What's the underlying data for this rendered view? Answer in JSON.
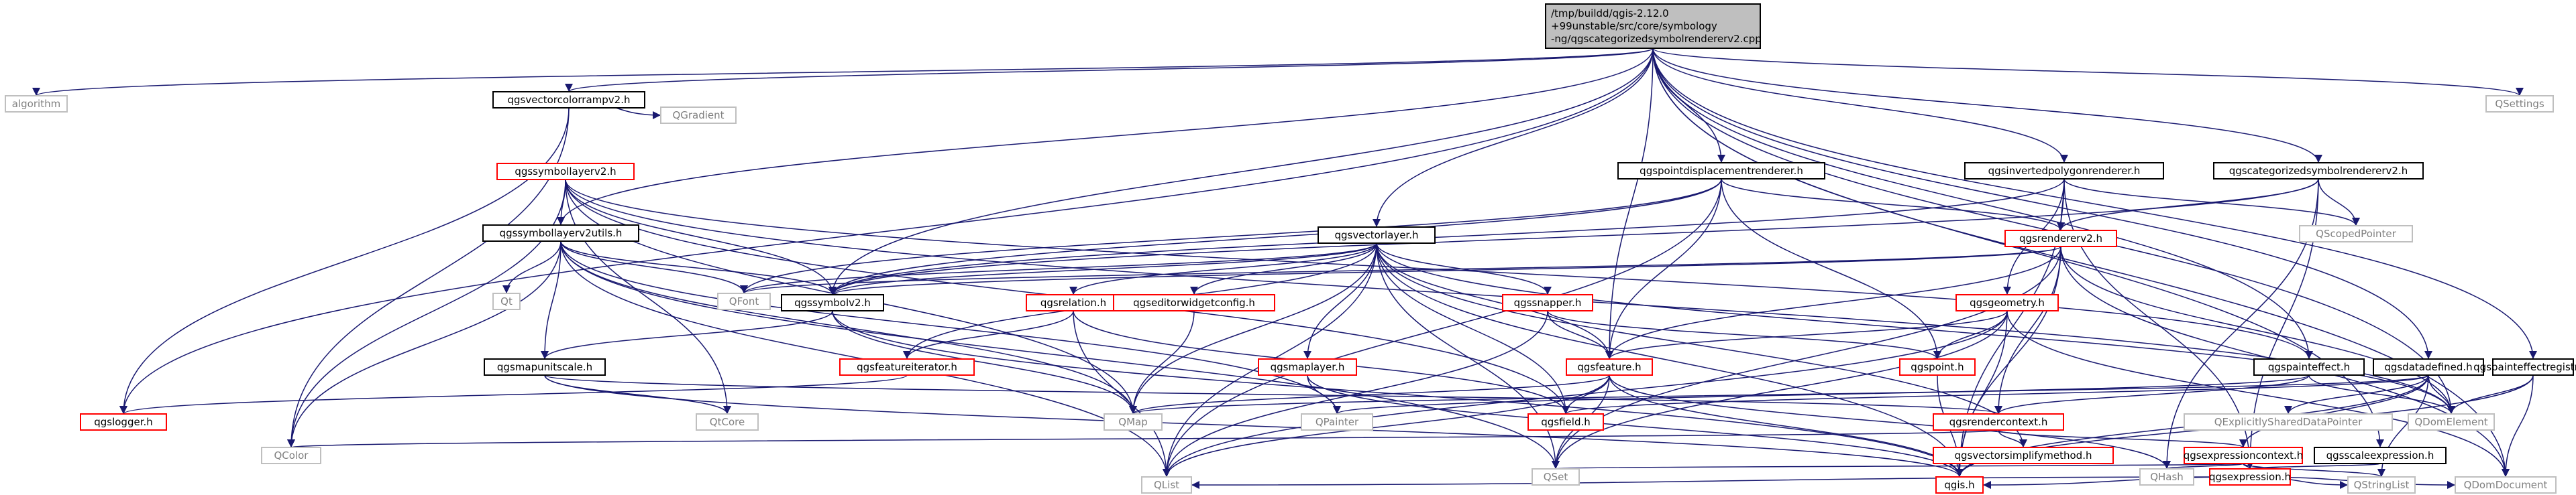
{
  "colors": {
    "edge": "#191970",
    "root_fill": "#bfbfbf",
    "root_border": "#000000",
    "file_border": "#000000",
    "missing_border": "#bfbfbf",
    "external_text": "#808080",
    "red_border": "#ff0000",
    "fill": "#ffffff"
  },
  "root": {
    "lines": [
      "/tmp/buildd/qgis-2.12.0",
      "+99unstable/src/core/symbology",
      "-ng/qgscategorizedsymbolrendererv2.cpp"
    ]
  },
  "nodes": [
    {
      "id": "algorithm",
      "label": "algorithm",
      "kind": "external"
    },
    {
      "id": "qgsvectorcolorrampv2",
      "label": "qgsvectorcolorrampv2.h",
      "kind": "file"
    },
    {
      "id": "qgradient",
      "label": "QGradient",
      "kind": "external"
    },
    {
      "id": "qgssymbollayerv2",
      "label": "qgssymbollayerv2.h",
      "kind": "red"
    },
    {
      "id": "qgspointdisplacementrenderer",
      "label": "qgspointdisplacementrenderer.h",
      "kind": "file"
    },
    {
      "id": "qgsinvertedpolygonrenderer",
      "label": "qgsinvertedpolygonrenderer.h",
      "kind": "file"
    },
    {
      "id": "qgscategorizedsymbolrendererv2",
      "label": "qgscategorizedsymbolrendererv2.h",
      "kind": "file"
    },
    {
      "id": "qsettings",
      "label": "QSettings",
      "kind": "external"
    },
    {
      "id": "qgssymbollayerv2utils",
      "label": "qgssymbollayerv2utils.h",
      "kind": "file"
    },
    {
      "id": "qgsvectorlayer",
      "label": "qgsvectorlayer.h",
      "kind": "file"
    },
    {
      "id": "qgsrendererv2",
      "label": "qgsrendererv2.h",
      "kind": "red"
    },
    {
      "id": "qscopedpointer",
      "label": "QScopedPointer",
      "kind": "external"
    },
    {
      "id": "qt",
      "label": "Qt",
      "kind": "external"
    },
    {
      "id": "qfont",
      "label": "QFont",
      "kind": "external"
    },
    {
      "id": "qgssymbolv2",
      "label": "qgssymbolv2.h",
      "kind": "file"
    },
    {
      "id": "qgsrelation",
      "label": "qgsrelation.h",
      "kind": "red"
    },
    {
      "id": "qgseditorwidgetconfig",
      "label": "qgseditorwidgetconfig.h",
      "kind": "red"
    },
    {
      "id": "qgssnapper",
      "label": "qgssnapper.h",
      "kind": "red"
    },
    {
      "id": "qgsgeometry",
      "label": "qgsgeometry.h",
      "kind": "red"
    },
    {
      "id": "qgspainteffect",
      "label": "qgspainteffect.h",
      "kind": "file"
    },
    {
      "id": "qgsdatadefined",
      "label": "qgsdatadefined.h",
      "kind": "file"
    },
    {
      "id": "qgspainteffectregistry",
      "label": "qgspainteffectregistry.h",
      "kind": "file"
    },
    {
      "id": "qgsmapunitscale",
      "label": "qgsmapunitscale.h",
      "kind": "file"
    },
    {
      "id": "qgsfeatureiterator",
      "label": "qgsfeatureiterator.h",
      "kind": "red"
    },
    {
      "id": "qgsmaplayer",
      "label": "qgsmaplayer.h",
      "kind": "red"
    },
    {
      "id": "qgsfeature",
      "label": "qgsfeature.h",
      "kind": "red"
    },
    {
      "id": "qgspoint",
      "label": "qgspoint.h",
      "kind": "red"
    },
    {
      "id": "qgslogger",
      "label": "qgslogger.h",
      "kind": "red"
    },
    {
      "id": "qcore",
      "label": "QtCore",
      "kind": "external"
    },
    {
      "id": "qmap",
      "label": "QMap",
      "kind": "external"
    },
    {
      "id": "qpainter",
      "label": "QPainter",
      "kind": "external"
    },
    {
      "id": "qgsfield",
      "label": "qgsfield.h",
      "kind": "red"
    },
    {
      "id": "qgsrendercontext",
      "label": "qgsrendercontext.h",
      "kind": "red"
    },
    {
      "id": "qexplicitlyshareddatapointer",
      "label": "QExplicitlySharedDataPointer",
      "kind": "external"
    },
    {
      "id": "qdomelement",
      "label": "QDomElement",
      "kind": "external"
    },
    {
      "id": "qcolor",
      "label": "QColor",
      "kind": "external"
    },
    {
      "id": "qgsvectorsimplifymethod",
      "label": "qgsvectorsimplifymethod.h",
      "kind": "red"
    },
    {
      "id": "qgsexpressioncontext",
      "label": "qgsexpressioncontext.h",
      "kind": "red"
    },
    {
      "id": "qgsscaleexpression",
      "label": "qgsscaleexpression.h",
      "kind": "file"
    },
    {
      "id": "qset",
      "label": "QSet",
      "kind": "external"
    },
    {
      "id": "qhash",
      "label": "QHash",
      "kind": "external"
    },
    {
      "id": "qgsexpression",
      "label": "qgsexpression.h",
      "kind": "red"
    },
    {
      "id": "qlist",
      "label": "QList",
      "kind": "external"
    },
    {
      "id": "qgis",
      "label": "qgis.h",
      "kind": "red"
    },
    {
      "id": "qstringlist",
      "label": "QStringList",
      "kind": "external"
    },
    {
      "id": "qdomdocument",
      "label": "QDomDocument",
      "kind": "external"
    }
  ],
  "edges": [
    [
      "root",
      "algorithm"
    ],
    [
      "root",
      "qgsvectorcolorrampv2"
    ],
    [
      "root",
      "qgspointdisplacementrenderer"
    ],
    [
      "root",
      "qgsinvertedpolygonrenderer"
    ],
    [
      "root",
      "qgscategorizedsymbolrendererv2"
    ],
    [
      "root",
      "qsettings"
    ],
    [
      "root",
      "qgssymbollayerv2utils"
    ],
    [
      "root",
      "qgsvectorlayer"
    ],
    [
      "root",
      "qgssymbolv2"
    ],
    [
      "root",
      "qgspainteffect"
    ],
    [
      "root",
      "qgsdatadefined"
    ],
    [
      "root",
      "qgspainteffectregistry"
    ],
    [
      "root",
      "qgsscaleexpression"
    ],
    [
      "root",
      "qgsfeature"
    ],
    [
      "root",
      "qgslogger"
    ],
    [
      "root",
      "qdomdocument"
    ],
    [
      "root",
      "qdomelement"
    ],
    [
      "qgsvectorcolorrampv2",
      "qgradient"
    ],
    [
      "qgsvectorcolorrampv2",
      "qcolor"
    ],
    [
      "qgsvectorcolorrampv2",
      "qgslogger"
    ],
    [
      "qgssymbollayerv2",
      "qgssymbollayerv2utils"
    ],
    [
      "qgssymbollayerv2",
      "qgssymbolv2"
    ],
    [
      "qgssymbollayerv2",
      "qcolor"
    ],
    [
      "qgssymbollayerv2",
      "qmap"
    ],
    [
      "qgssymbollayerv2",
      "qcore"
    ],
    [
      "qgssymbollayerv2",
      "qgsfield"
    ],
    [
      "qgssymbollayerv2",
      "qdomelement"
    ],
    [
      "qgssymbollayerv2",
      "qgspainteffect"
    ],
    [
      "qgspointdisplacementrenderer",
      "qgsfeature"
    ],
    [
      "qgspointdisplacementrenderer",
      "qgssymbolv2"
    ],
    [
      "qgspointdisplacementrenderer",
      "qgspoint"
    ],
    [
      "qgspointdisplacementrenderer",
      "qfont"
    ],
    [
      "qgspointdisplacementrenderer",
      "qgsrendererv2"
    ],
    [
      "qgspointdisplacementrenderer",
      "qlist"
    ],
    [
      "qgsinvertedpolygonrenderer",
      "qgsrendererv2"
    ],
    [
      "qgsinvertedpolygonrenderer",
      "qgssymbolv2"
    ],
    [
      "qgsinvertedpolygonrenderer",
      "qscopedpointer"
    ],
    [
      "qgsinvertedpolygonrenderer",
      "qgsexpression"
    ],
    [
      "qgsinvertedpolygonrenderer",
      "qgsgeometry"
    ],
    [
      "qgsinvertedpolygonrenderer",
      "qgis"
    ],
    [
      "qgscategorizedsymbolrendererv2",
      "qgsrendererv2"
    ],
    [
      "qgscategorizedsymbolrendererv2",
      "qgssymbolv2"
    ],
    [
      "qgscategorizedsymbolrendererv2",
      "qscopedpointer"
    ],
    [
      "qgscategorizedsymbolrendererv2",
      "qgsexpression"
    ],
    [
      "qgscategorizedsymbolrendererv2",
      "qhash"
    ],
    [
      "qgssymbollayerv2utils",
      "qgssymbolv2"
    ],
    [
      "qgssymbollayerv2utils",
      "qt"
    ],
    [
      "qgssymbollayerv2utils",
      "qmap"
    ],
    [
      "qgssymbollayerv2utils",
      "qfont"
    ],
    [
      "qgssymbollayerv2utils",
      "qcolor"
    ],
    [
      "qgssymbollayerv2utils",
      "qlist"
    ],
    [
      "qgssymbollayerv2utils",
      "qgsmapunitscale"
    ],
    [
      "qgssymbollayerv2utils",
      "qpainter"
    ],
    [
      "qgssymbollayerv2utils",
      "qset"
    ],
    [
      "qgsvectorlayer",
      "qgsfeature"
    ],
    [
      "qgsvectorlayer",
      "qgsrelation"
    ],
    [
      "qgsvectorlayer",
      "qgseditorwidgetconfig"
    ],
    [
      "qgsvectorlayer",
      "qgssnapper"
    ],
    [
      "qgsvectorlayer",
      "qgsmaplayer"
    ],
    [
      "qgsvectorlayer",
      "qgsfield"
    ],
    [
      "qgsvectorlayer",
      "qgsfeatureiterator"
    ],
    [
      "qgsvectorlayer",
      "qmap"
    ],
    [
      "qgsvectorlayer",
      "qset"
    ],
    [
      "qgsvectorlayer",
      "qlist"
    ],
    [
      "qgsvectorlayer",
      "qfont"
    ],
    [
      "qgsvectorlayer",
      "qgsvectorsimplifymethod"
    ],
    [
      "qgsvectorlayer",
      "qgssymbolv2"
    ],
    [
      "qgsvectorlayer",
      "qgis"
    ],
    [
      "qgsvectorlayer",
      "qdomelement"
    ],
    [
      "qgsrendererv2",
      "qgssymbolv2"
    ],
    [
      "qgsrendererv2",
      "qgsfeature"
    ],
    [
      "qgsrendererv2",
      "qgsrendercontext"
    ],
    [
      "qgsrendererv2",
      "qgis"
    ],
    [
      "qgsrendererv2",
      "qdomdocument"
    ],
    [
      "qgsrendererv2",
      "qfont"
    ],
    [
      "qgsrendererv2",
      "qset"
    ],
    [
      "qgsrendererv2",
      "qdomelement"
    ],
    [
      "qgssymbolv2",
      "qgsmapunitscale"
    ],
    [
      "qgssymbolv2",
      "qmap"
    ],
    [
      "qgssymbolv2",
      "qgis"
    ],
    [
      "qgsrelation",
      "qgsfeatureiterator"
    ],
    [
      "qgsrelation",
      "qgsfield"
    ],
    [
      "qgsrelation",
      "qlist"
    ],
    [
      "qgseditorwidgetconfig",
      "qmap"
    ],
    [
      "qgssnapper",
      "qgsfeature"
    ],
    [
      "qgssnapper",
      "qgspoint"
    ],
    [
      "qgssnapper",
      "qlist"
    ],
    [
      "qgsgeometry",
      "qgsfeature"
    ],
    [
      "qgsgeometry",
      "qgspoint"
    ],
    [
      "qgsgeometry",
      "qset"
    ],
    [
      "qgsgeometry",
      "qgis"
    ],
    [
      "qgsgeometry",
      "qdomdocument"
    ],
    [
      "qgsgeometry",
      "qlist"
    ],
    [
      "qgspainteffect",
      "qgsrendercontext"
    ],
    [
      "qgspainteffect",
      "qdomelement"
    ],
    [
      "qgspainteffect",
      "qpainter"
    ],
    [
      "qgsdatadefined",
      "qgsexpressioncontext"
    ],
    [
      "qgsdatadefined",
      "qexplicitlyshareddatapointer"
    ],
    [
      "qgsdatadefined",
      "qdomelement"
    ],
    [
      "qgsdatadefined",
      "qgsfield"
    ],
    [
      "qgsdatadefined",
      "qstringlist"
    ],
    [
      "qgsdatadefined",
      "qgis"
    ],
    [
      "qgsdatadefined",
      "qmap"
    ],
    [
      "qgspainteffectregistry",
      "qdomelement"
    ],
    [
      "qgspainteffectregistry",
      "qdomdocument"
    ],
    [
      "qgspainteffectregistry",
      "qgis"
    ],
    [
      "qgsmapunitscale",
      "qcore"
    ],
    [
      "qgsmapunitscale",
      "qgis"
    ],
    [
      "qgsmapunitscale",
      "qgsrendercontext"
    ],
    [
      "qgsfeatureiterator",
      "qgslogger"
    ],
    [
      "qgsmaplayer",
      "qpainter"
    ],
    [
      "qgsmaplayer",
      "qgis"
    ],
    [
      "qgsfeature",
      "qgsfield"
    ],
    [
      "qgsfeature",
      "qmap"
    ],
    [
      "qgsfeature",
      "qset"
    ],
    [
      "qgsfeature",
      "qlist"
    ],
    [
      "qgsfeature",
      "qhash"
    ],
    [
      "qgsfeature",
      "qgis"
    ],
    [
      "qgspoint",
      "qgis"
    ],
    [
      "qgsrendercontext",
      "qcolor"
    ],
    [
      "qgsrendercontext",
      "qgsvectorsimplifymethod"
    ],
    [
      "qgsrendercontext",
      "qgsexpressioncontext"
    ],
    [
      "qgsexpressioncontext",
      "qset"
    ],
    [
      "qgsexpressioncontext",
      "qhash"
    ],
    [
      "qgsexpressioncontext",
      "qgsexpression"
    ],
    [
      "qgsexpressioncontext",
      "qstringlist"
    ],
    [
      "qgsscaleexpression",
      "qgsexpression"
    ],
    [
      "qgsexpression",
      "qlist"
    ],
    [
      "qgsexpression",
      "qgis"
    ],
    [
      "qgsexpression",
      "qstringlist"
    ],
    [
      "qgsexpression",
      "qdomdocument"
    ]
  ]
}
